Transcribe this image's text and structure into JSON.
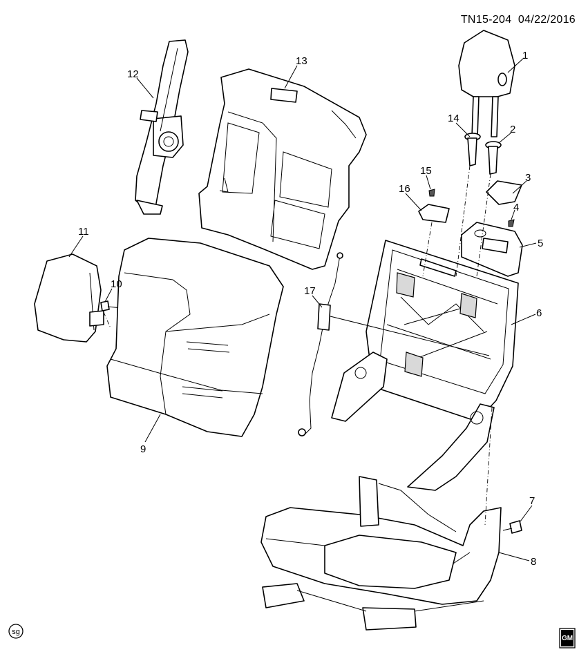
{
  "header": {
    "code": "TN15-204",
    "date": "04/22/2016"
  },
  "callouts": [
    "1",
    "2",
    "3",
    "4",
    "5",
    "6",
    "7",
    "8",
    "9",
    "10",
    "11",
    "12",
    "13",
    "14",
    "15",
    "16",
    "17"
  ],
  "badges": {
    "sg": "sg",
    "gm": "GM"
  }
}
